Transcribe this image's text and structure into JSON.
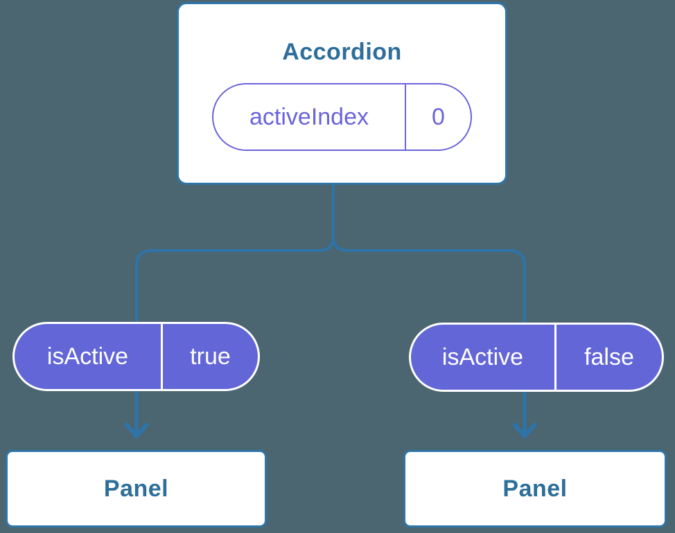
{
  "diagram": {
    "root": {
      "title": "Accordion",
      "state": {
        "name": "activeIndex",
        "value": "0"
      }
    },
    "children": [
      {
        "prop": {
          "name": "isActive",
          "value": "true"
        },
        "component": "Panel"
      },
      {
        "prop": {
          "name": "isActive",
          "value": "false"
        },
        "component": "Panel"
      }
    ],
    "colors": {
      "background": "#4B6671",
      "card_fill": "#FFFFFF",
      "card_border": "#2E75A8",
      "card_text": "#2D6E9A",
      "connector": "#2E74A8",
      "state_pill_accent": "#6A63DB",
      "prop_pill_fill": "#6366D6",
      "prop_pill_text": "#FFFFFF"
    }
  }
}
